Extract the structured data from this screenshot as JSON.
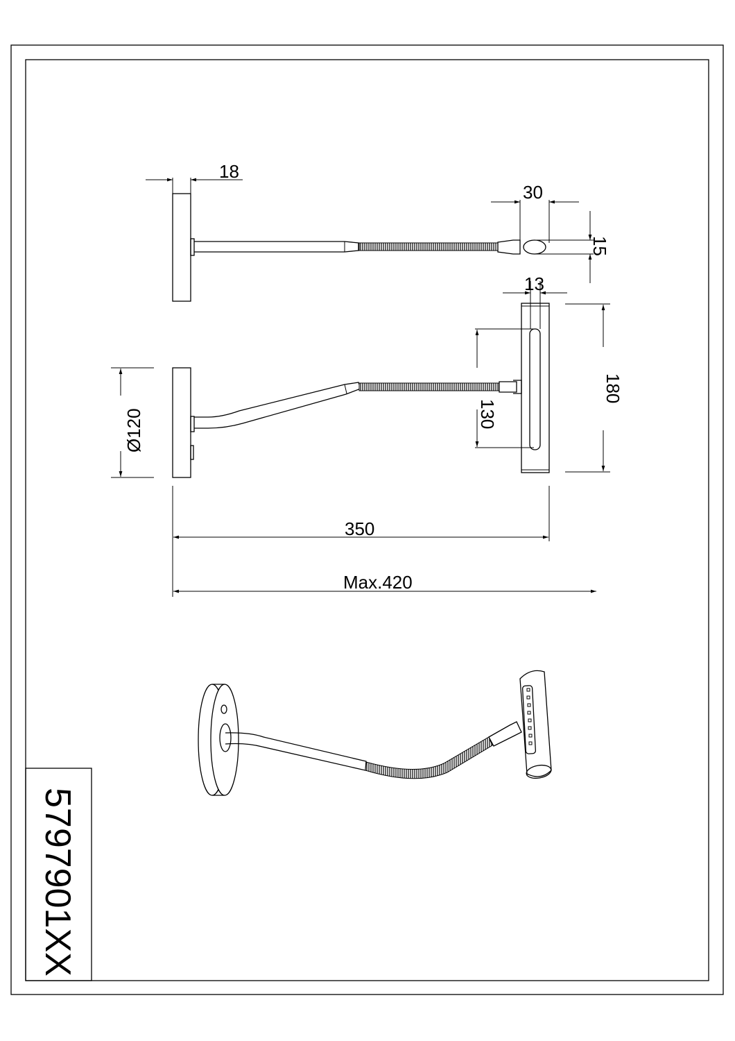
{
  "drawing": {
    "part_number": "5797901XX",
    "dimensions": {
      "plate_depth": "18",
      "head_width_top": "30",
      "head_height_top": "15",
      "head_depth": "13",
      "head_length": "180",
      "led_strip_length": "130",
      "plate_diameter": "Ø120",
      "arm_reach": "350",
      "max_reach": "Max.420"
    }
  }
}
